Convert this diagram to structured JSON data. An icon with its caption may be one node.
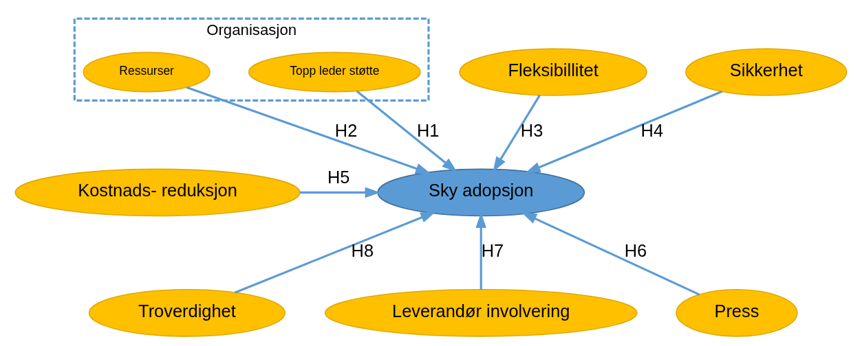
{
  "diagram": {
    "nodes": [
      {
        "text": [
          "Organisasjon"
        ]
      },
      {
        "text": [
          "Ressurser"
        ],
        "in": 0
      },
      {
        "text": [
          "Topp leder støtte"
        ],
        "in": 0
      },
      {
        "text": [
          "Fleksibillitet"
        ]
      },
      {
        "text": [
          "Sikkerhet"
        ]
      },
      {
        "text": [
          "Sky adopsjon"
        ]
      },
      {
        "text": [
          "Kostnads- reduksjon"
        ]
      },
      {
        "text": [
          "Troverdighet"
        ]
      },
      {
        "text": [
          "Leverandør involvering"
        ]
      },
      {
        "text": [
          "Press"
        ]
      }
    ],
    "edges": [
      {
        "from": 1,
        "to": 5,
        "arrow": "to",
        "label": "H2"
      },
      {
        "from": 2,
        "to": 5,
        "arrow": "to",
        "label": "H1"
      },
      {
        "from": 3,
        "to": 5,
        "arrow": "to",
        "label": "H3"
      },
      {
        "from": 4,
        "to": 5,
        "arrow": "to",
        "label": "H4"
      },
      {
        "from": 6,
        "to": 5,
        "arrow": "to",
        "label": "H5"
      },
      {
        "from": 9,
        "to": 5,
        "arrow": "to",
        "label": "H6"
      },
      {
        "from": 8,
        "to": 5,
        "arrow": "to",
        "label": "H7"
      },
      {
        "from": 7,
        "to": 5,
        "arrow": "to",
        "label": "H8"
      }
    ]
  }
}
